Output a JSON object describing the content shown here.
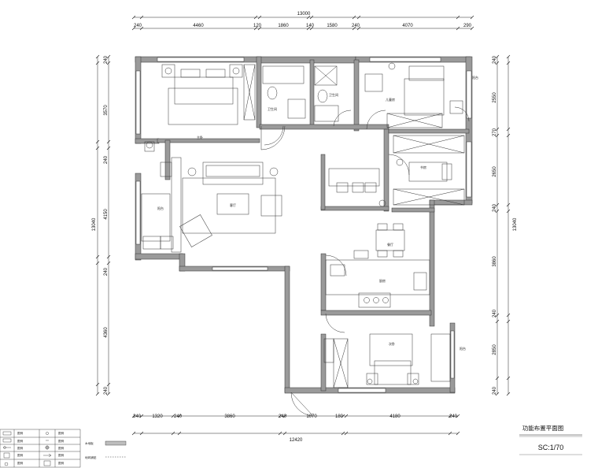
{
  "drawing": {
    "title": "功能布置平面图",
    "scale": "SC:1/70"
  },
  "dimensions": {
    "top_total": "13000",
    "top": [
      "240",
      "4460",
      "120",
      "1860",
      "140",
      "1580",
      "240",
      "4070",
      "290"
    ],
    "bottom": [
      "240",
      "1320",
      "240",
      "3860",
      "240",
      "1070",
      "180",
      "4180",
      "240"
    ],
    "bottom_total": "12420",
    "left": [
      "240",
      "3570",
      "240",
      "4150",
      "240",
      "4360",
      "240"
    ],
    "left_total": "13040",
    "right": [
      "240",
      "2550",
      "270",
      "2650",
      "240",
      "3860",
      "240",
      "2850",
      "240"
    ],
    "right_total": "13040"
  },
  "legend": {
    "items": [
      "图例",
      "图例",
      "图例",
      "图例",
      "图例",
      "图例",
      "图例",
      "图例",
      "图例",
      "图例"
    ],
    "hatch_label": "木地板",
    "dash_label": "地砖铺贴"
  },
  "room_labels": [
    "主卧",
    "卫生间",
    "卫生间",
    "儿童房",
    "客厅",
    "阳台",
    "书房",
    "餐厅",
    "厨房",
    "次卧",
    "阳台",
    "阳台"
  ]
}
